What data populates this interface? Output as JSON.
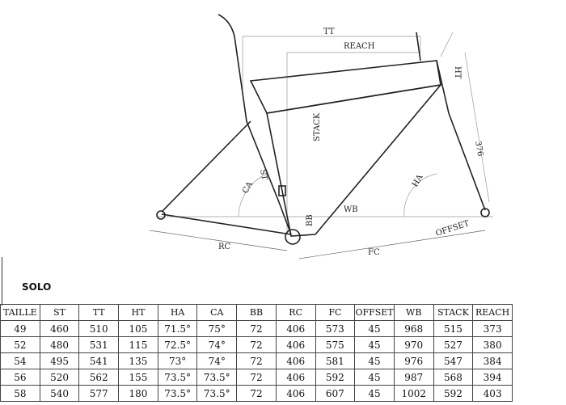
{
  "diagram_labels": {
    "tt": "TT",
    "reach": "REACH",
    "ht": "HT",
    "stack": "STACK",
    "ht_length": "376",
    "ha": "HA",
    "wb": "WB",
    "offset": "OFFSET",
    "bb": "BB",
    "st": "ST",
    "ca": "CA",
    "rc": "RC",
    "fc": "FC"
  },
  "title": "SOLO",
  "table": {
    "headers": [
      "TAILLE",
      "ST",
      "TT",
      "HT",
      "HA",
      "CA",
      "BB",
      "RC",
      "FC",
      "OFFSET",
      "WB",
      "STACK",
      "REACH"
    ],
    "rows": [
      [
        "49",
        "460",
        "510",
        "105",
        "71.5°",
        "75°",
        "72",
        "406",
        "573",
        "45",
        "968",
        "515",
        "373"
      ],
      [
        "52",
        "480",
        "531",
        "115",
        "72.5°",
        "74°",
        "72",
        "406",
        "575",
        "45",
        "970",
        "527",
        "380"
      ],
      [
        "54",
        "495",
        "541",
        "135",
        "73°",
        "74°",
        "72",
        "406",
        "581",
        "45",
        "976",
        "547",
        "384"
      ],
      [
        "56",
        "520",
        "562",
        "155",
        "73.5°",
        "73.5°",
        "72",
        "406",
        "592",
        "45",
        "987",
        "568",
        "394"
      ],
      [
        "58",
        "540",
        "577",
        "180",
        "73.5°",
        "73.5°",
        "72",
        "406",
        "607",
        "45",
        "1002",
        "592",
        "403"
      ]
    ]
  }
}
